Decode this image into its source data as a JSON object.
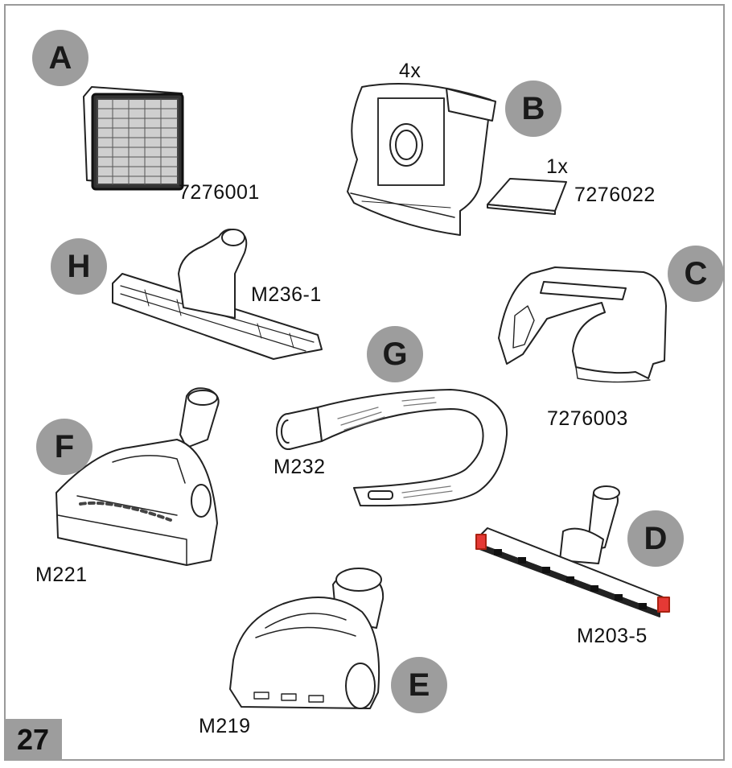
{
  "badges": {
    "a": "A",
    "b": "B",
    "c": "C",
    "d": "D",
    "e": "E",
    "f": "F",
    "g": "G",
    "h": "H"
  },
  "labels": {
    "a_part": "7276001",
    "b_qty_bags": "4x",
    "b_qty_sheet": "1x",
    "b_part": "7276022",
    "h_part": "M236-1",
    "c_part": "7276003",
    "g_part": "M232",
    "f_part": "M221",
    "d_part": "M203-5",
    "e_part": "M219"
  },
  "page_number": "27",
  "colors": {
    "badge": "#9d9d9d",
    "frame": "#9a9a9a",
    "accent_red": "#e53935"
  }
}
